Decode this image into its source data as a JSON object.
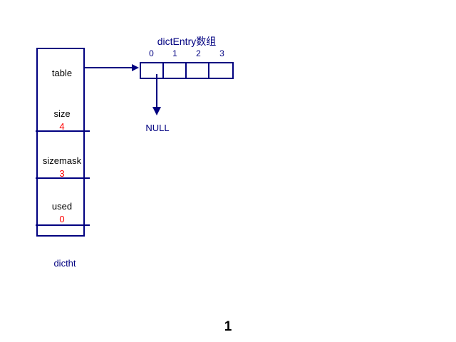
{
  "slide": {
    "page_number": "1"
  },
  "struct": {
    "caption": "dictht",
    "border_color": "#000080",
    "label_color": "#000000",
    "value_color": "#ff0000",
    "fields": [
      {
        "label": "table",
        "value": ""
      },
      {
        "label": "size",
        "value": "4"
      },
      {
        "label": "sizemask",
        "value": "3"
      },
      {
        "label": "used",
        "value": "0"
      }
    ]
  },
  "array": {
    "title": "dictEntry数组",
    "title_color": "#000080",
    "indexes": [
      "0",
      "1",
      "2",
      "3"
    ],
    "cells": [
      "",
      "",
      "",
      ""
    ],
    "null_label": "NULL"
  },
  "arrows": {
    "table_to_array": "arrow-right",
    "cell_to_null": "arrow-down"
  }
}
